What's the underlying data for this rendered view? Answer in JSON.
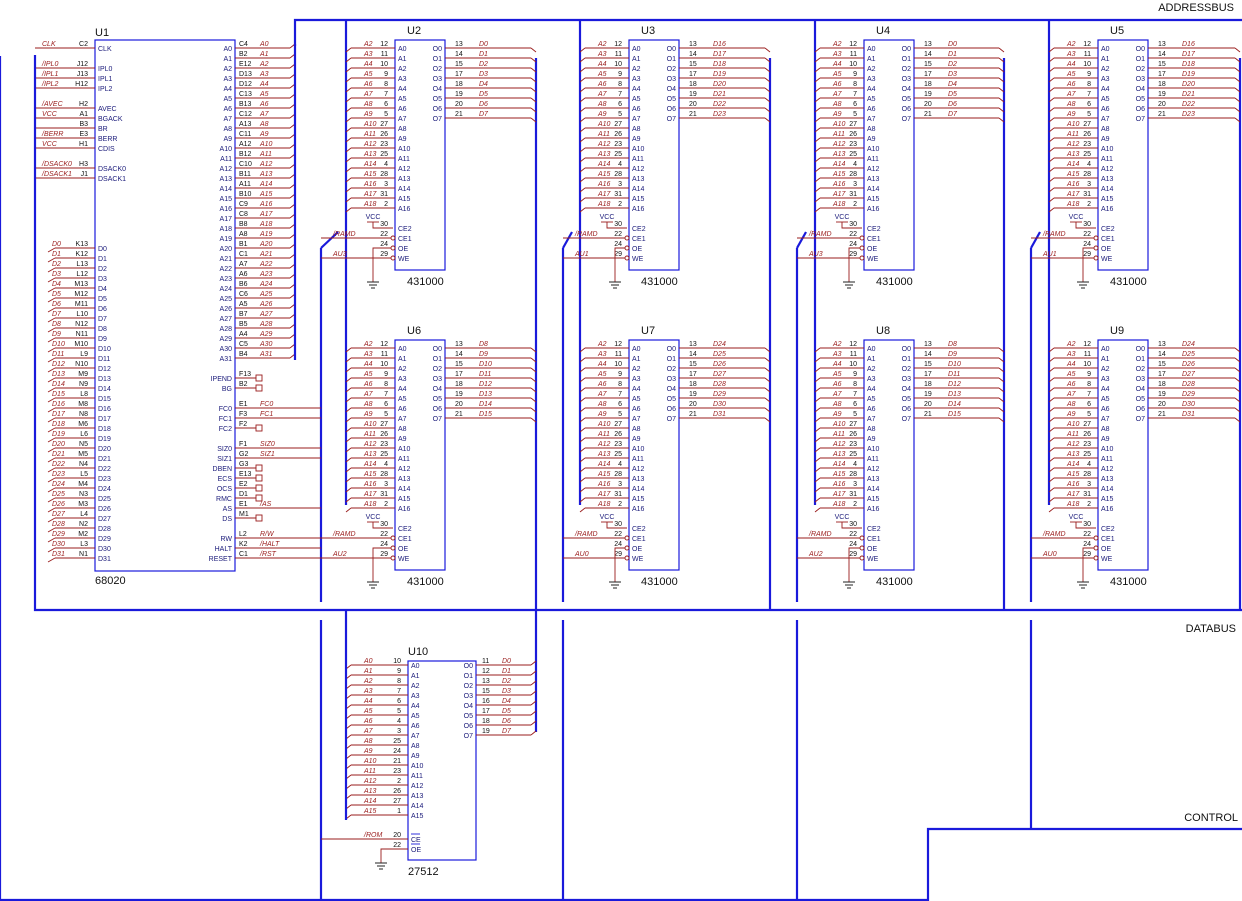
{
  "buses": {
    "address": "ADDRESSBUS",
    "data": "DATABUS",
    "control": "CONTROL"
  },
  "cpu": {
    "ref": "U1",
    "part": "68020",
    "left_pins": [
      {
        "name": "CLK",
        "num": "C2",
        "net": "CLK"
      },
      {
        "name": "IPL0",
        "num": "J12",
        "net": "/IPL0"
      },
      {
        "name": "IPL1",
        "num": "J13",
        "net": "/IPL1"
      },
      {
        "name": "IPL2",
        "num": "H12",
        "net": "/IPL2"
      },
      {
        "name": "AVEC",
        "num": "H2",
        "net": "/AVEC"
      },
      {
        "name": "BGACK",
        "num": "A1",
        "net": "VCC"
      },
      {
        "name": "BR",
        "num": "B3",
        "net": ""
      },
      {
        "name": "BERR",
        "num": "E3",
        "net": "/BERR"
      },
      {
        "name": "CDIS",
        "num": "H1",
        "net": "VCC"
      },
      {
        "name": "DSACK0",
        "num": "H3",
        "net": "/DSACK0"
      },
      {
        "name": "DSACK1",
        "num": "J1",
        "net": "/DSACK1"
      }
    ],
    "data_pins": [
      {
        "name": "D0",
        "num": "K13"
      },
      {
        "name": "D1",
        "num": "K12"
      },
      {
        "name": "D2",
        "num": "L13"
      },
      {
        "name": "D3",
        "num": "L12"
      },
      {
        "name": "D4",
        "num": "M13"
      },
      {
        "name": "D5",
        "num": "M12"
      },
      {
        "name": "D6",
        "num": "M11"
      },
      {
        "name": "D7",
        "num": "L10"
      },
      {
        "name": "D8",
        "num": "N12"
      },
      {
        "name": "D9",
        "num": "N11"
      },
      {
        "name": "D10",
        "num": "M10"
      },
      {
        "name": "D11",
        "num": "L9"
      },
      {
        "name": "D12",
        "num": "N10"
      },
      {
        "name": "D13",
        "num": "M9"
      },
      {
        "name": "D14",
        "num": "N9"
      },
      {
        "name": "D15",
        "num": "L8"
      },
      {
        "name": "D16",
        "num": "M8"
      },
      {
        "name": "D17",
        "num": "N8"
      },
      {
        "name": "D18",
        "num": "M6"
      },
      {
        "name": "D19",
        "num": "L6"
      },
      {
        "name": "D20",
        "num": "N5"
      },
      {
        "name": "D21",
        "num": "M5"
      },
      {
        "name": "D22",
        "num": "N4"
      },
      {
        "name": "D23",
        "num": "L5"
      },
      {
        "name": "D24",
        "num": "M4"
      },
      {
        "name": "D25",
        "num": "N3"
      },
      {
        "name": "D26",
        "num": "M3"
      },
      {
        "name": "D27",
        "num": "L4"
      },
      {
        "name": "D28",
        "num": "N2"
      },
      {
        "name": "D29",
        "num": "M2"
      },
      {
        "name": "D30",
        "num": "L3"
      },
      {
        "name": "D31",
        "num": "N1"
      }
    ],
    "addr_pins": [
      {
        "name": "A0",
        "num": "C4"
      },
      {
        "name": "A1",
        "num": "B2"
      },
      {
        "name": "A2",
        "num": "E12"
      },
      {
        "name": "A3",
        "num": "D13"
      },
      {
        "name": "A4",
        "num": "D12"
      },
      {
        "name": "A5",
        "num": "C13"
      },
      {
        "name": "A6",
        "num": "B13"
      },
      {
        "name": "A7",
        "num": "C12"
      },
      {
        "name": "A8",
        "num": "A13"
      },
      {
        "name": "A9",
        "num": "C11"
      },
      {
        "name": "A10",
        "num": "A12"
      },
      {
        "name": "A11",
        "num": "B12"
      },
      {
        "name": "A12",
        "num": "C10"
      },
      {
        "name": "A13",
        "num": "B11"
      },
      {
        "name": "A14",
        "num": "A11"
      },
      {
        "name": "A15",
        "num": "B10"
      },
      {
        "name": "A16",
        "num": "C9"
      },
      {
        "name": "A17",
        "num": "C8"
      },
      {
        "name": "A18",
        "num": "B8"
      },
      {
        "name": "A19",
        "num": "A8"
      },
      {
        "name": "A20",
        "num": "B1"
      },
      {
        "name": "A21",
        "num": "C1"
      },
      {
        "name": "A22",
        "num": "A7"
      },
      {
        "name": "A23",
        "num": "A6"
      },
      {
        "name": "A24",
        "num": "B6"
      },
      {
        "name": "A25",
        "num": "C6"
      },
      {
        "name": "A26",
        "num": "A5"
      },
      {
        "name": "A27",
        "num": "B7"
      },
      {
        "name": "A28",
        "num": "B5"
      },
      {
        "name": "A29",
        "num": "A4"
      },
      {
        "name": "A30",
        "num": "C5"
      },
      {
        "name": "A31",
        "num": "B4"
      }
    ],
    "right_pins": [
      {
        "name": "IPEND",
        "num": "F13",
        "net": ""
      },
      {
        "name": "BG",
        "num": "B2",
        "net": ""
      },
      {
        "name": "FC0",
        "num": "E1",
        "net": "FC0"
      },
      {
        "name": "FC1",
        "num": "F3",
        "net": "FC1"
      },
      {
        "name": "FC2",
        "num": "F2",
        "net": ""
      },
      {
        "name": "SIZ0",
        "num": "F1",
        "net": "SIZ0"
      },
      {
        "name": "SIZ1",
        "num": "G2",
        "net": "SIZ1"
      },
      {
        "name": "DBEN",
        "num": "G3",
        "net": ""
      },
      {
        "name": "ECS",
        "num": "E13",
        "net": ""
      },
      {
        "name": "OCS",
        "num": "E2",
        "net": ""
      },
      {
        "name": "RMC",
        "num": "D1",
        "net": ""
      },
      {
        "name": "AS",
        "num": "E1",
        "net": "/AS"
      },
      {
        "name": "DS",
        "num": "M1",
        "net": ""
      },
      {
        "name": "RW",
        "num": "L2",
        "net": "R/W"
      },
      {
        "name": "HALT",
        "num": "K2",
        "net": "/HALT"
      },
      {
        "name": "RESET",
        "num": "C1",
        "net": "/RST"
      }
    ]
  },
  "ram_addr_pins": [
    {
      "name": "A0",
      "num": "12",
      "net": "A2"
    },
    {
      "name": "A1",
      "num": "11",
      "net": "A3"
    },
    {
      "name": "A2",
      "num": "10",
      "net": "A4"
    },
    {
      "name": "A3",
      "num": "9",
      "net": "A5"
    },
    {
      "name": "A4",
      "num": "8",
      "net": "A6"
    },
    {
      "name": "A5",
      "num": "7",
      "net": "A7"
    },
    {
      "name": "A6",
      "num": "6",
      "net": "A8"
    },
    {
      "name": "A7",
      "num": "5",
      "net": "A9"
    },
    {
      "name": "A8",
      "num": "27",
      "net": "A10"
    },
    {
      "name": "A9",
      "num": "26",
      "net": "A11"
    },
    {
      "name": "A10",
      "num": "23",
      "net": "A12"
    },
    {
      "name": "A11",
      "num": "25",
      "net": "A13"
    },
    {
      "name": "A12",
      "num": "4",
      "net": "A14"
    },
    {
      "name": "A13",
      "num": "28",
      "net": "A15"
    },
    {
      "name": "A14",
      "num": "3",
      "net": "A16"
    },
    {
      "name": "A15",
      "num": "31",
      "net": "A17"
    },
    {
      "name": "A16",
      "num": "2",
      "net": "A18"
    }
  ],
  "ram_data_pins": [
    {
      "name": "O0",
      "num": "13"
    },
    {
      "name": "O1",
      "num": "14"
    },
    {
      "name": "O2",
      "num": "15"
    },
    {
      "name": "O3",
      "num": "17"
    },
    {
      "name": "O4",
      "num": "18"
    },
    {
      "name": "O5",
      "num": "19"
    },
    {
      "name": "O6",
      "num": "20"
    },
    {
      "name": "O7",
      "num": "21"
    }
  ],
  "ram_ctrl_pins": [
    {
      "name": "CE2",
      "num": "30",
      "net": "VCC"
    },
    {
      "name": "CE1",
      "num": "22",
      "net": "/RAMD"
    },
    {
      "name": "OE",
      "num": "24",
      "net": ""
    },
    {
      "name": "WE",
      "num": "29",
      "net": ""
    }
  ],
  "ram_chips": [
    {
      "ref": "U2",
      "part": "431000",
      "we_net": "AU3",
      "data": [
        "D0",
        "D1",
        "D2",
        "D3",
        "D4",
        "D5",
        "D6",
        "D7"
      ]
    },
    {
      "ref": "U3",
      "part": "431000",
      "we_net": "AU1",
      "data": [
        "D16",
        "D17",
        "D18",
        "D19",
        "D20",
        "D21",
        "D22",
        "D23"
      ]
    },
    {
      "ref": "U4",
      "part": "431000",
      "we_net": "AU3",
      "data": [
        "D0",
        "D1",
        "D2",
        "D3",
        "D4",
        "D5",
        "D6",
        "D7"
      ]
    },
    {
      "ref": "U5",
      "part": "431000",
      "we_net": "AU1",
      "data": [
        "D16",
        "D17",
        "D18",
        "D19",
        "D20",
        "D21",
        "D22",
        "D23"
      ]
    },
    {
      "ref": "U6",
      "part": "431000",
      "we_net": "AU2",
      "data": [
        "D8",
        "D9",
        "D10",
        "D11",
        "D12",
        "D13",
        "D14",
        "D15"
      ]
    },
    {
      "ref": "U7",
      "part": "431000",
      "we_net": "AU0",
      "data": [
        "D24",
        "D25",
        "D26",
        "D27",
        "D28",
        "D29",
        "D30",
        "D31"
      ]
    },
    {
      "ref": "U8",
      "part": "431000",
      "we_net": "AU2",
      "data": [
        "D8",
        "D9",
        "D10",
        "D11",
        "D12",
        "D13",
        "D14",
        "D15"
      ]
    },
    {
      "ref": "U9",
      "part": "431000",
      "we_net": "AU0",
      "data": [
        "D24",
        "D25",
        "D26",
        "D27",
        "D28",
        "D29",
        "D30",
        "D31"
      ]
    }
  ],
  "rom": {
    "ref": "U10",
    "part": "27512",
    "addr_pins": [
      {
        "name": "A0",
        "num": "10",
        "net": "A0"
      },
      {
        "name": "A1",
        "num": "9",
        "net": "A1"
      },
      {
        "name": "A2",
        "num": "8",
        "net": "A2"
      },
      {
        "name": "A3",
        "num": "7",
        "net": "A3"
      },
      {
        "name": "A4",
        "num": "6",
        "net": "A4"
      },
      {
        "name": "A5",
        "num": "5",
        "net": "A5"
      },
      {
        "name": "A6",
        "num": "4",
        "net": "A6"
      },
      {
        "name": "A7",
        "num": "3",
        "net": "A7"
      },
      {
        "name": "A8",
        "num": "25",
        "net": "A8"
      },
      {
        "name": "A9",
        "num": "24",
        "net": "A9"
      },
      {
        "name": "A10",
        "num": "21",
        "net": "A10"
      },
      {
        "name": "A11",
        "num": "23",
        "net": "A11"
      },
      {
        "name": "A12",
        "num": "2",
        "net": "A12"
      },
      {
        "name": "A13",
        "num": "26",
        "net": "A13"
      },
      {
        "name": "A14",
        "num": "27",
        "net": "A14"
      },
      {
        "name": "A15",
        "num": "1",
        "net": "A15"
      }
    ],
    "data_pins": [
      {
        "name": "O0",
        "num": "11",
        "net": "D0"
      },
      {
        "name": "O1",
        "num": "12",
        "net": "D1"
      },
      {
        "name": "O2",
        "num": "13",
        "net": "D2"
      },
      {
        "name": "O3",
        "num": "15",
        "net": "D3"
      },
      {
        "name": "O4",
        "num": "16",
        "net": "D4"
      },
      {
        "name": "O5",
        "num": "17",
        "net": "D5"
      },
      {
        "name": "O6",
        "num": "18",
        "net": "D6"
      },
      {
        "name": "O7",
        "num": "19",
        "net": "D7"
      }
    ],
    "ctrl_pins": [
      {
        "name": "CE",
        "num": "20",
        "net": "/ROM"
      },
      {
        "name": "OE",
        "num": "22",
        "net": ""
      }
    ]
  },
  "colors": {
    "bus": "#1a1adb",
    "net": "#9a1c1c",
    "pin_text": "#1a1a7a",
    "background": "#ffffff"
  }
}
